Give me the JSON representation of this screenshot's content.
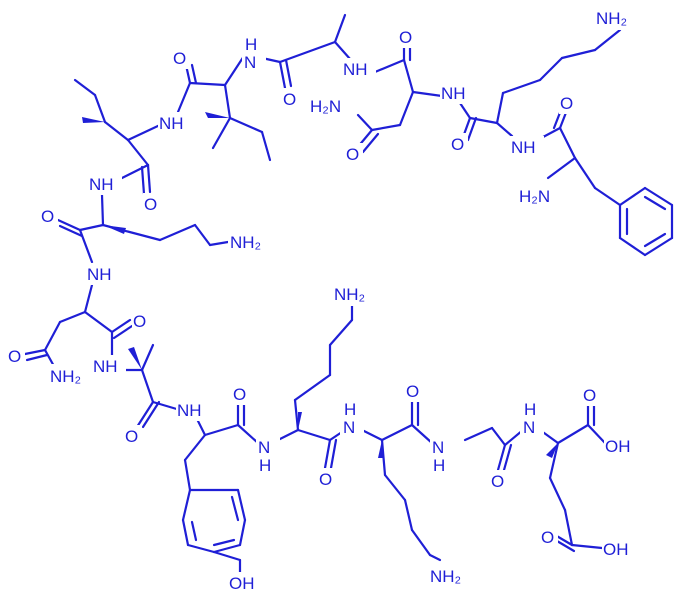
{
  "colors": {
    "bond": "#1f1fd6",
    "background": "#ffffff"
  },
  "labels": {
    "nh2_phe": "H₂N",
    "nh2_lys_top": "NH₂",
    "nh2_asn_top": "H₂N",
    "o_asn_top_side": "O",
    "nh2_lys_mid": "NH₂",
    "o_asn_bot_side": "O",
    "nh2_asn_bot": "NH₂",
    "nh2_lys_up": "NH₂",
    "nh2_lys_down": "NH₂",
    "oh_tyr": "OH",
    "oh_glu_alpha": "OH",
    "oh_glu_side": "OH",
    "o_glu_alpha": "O",
    "o_glu_side": "O",
    "nh": "NH",
    "n": "N",
    "h": "H",
    "o": "O"
  }
}
